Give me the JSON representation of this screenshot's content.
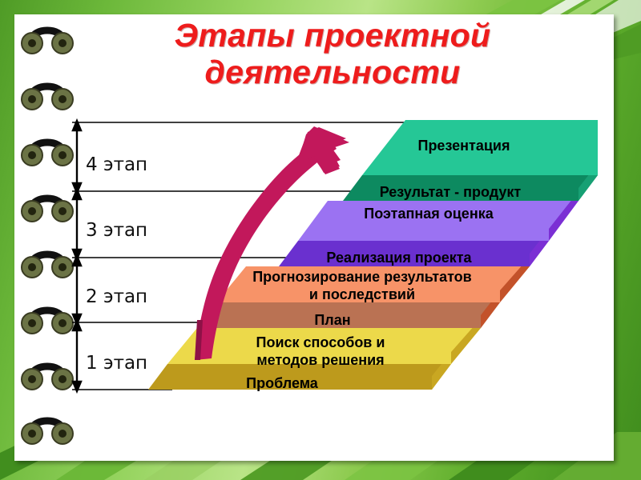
{
  "slide": {
    "title_line1": "Этапы проектной",
    "title_line2": "деятельности",
    "title_color": "#ee1c1c",
    "background_color": "#6cb83a",
    "paper_color": "#ffffff"
  },
  "axis": {
    "name": "stage-axis",
    "stages": [
      {
        "label": "4 этап",
        "order": 4
      },
      {
        "label": "3 этап",
        "order": 3
      },
      {
        "label": "2 этап",
        "order": 2
      },
      {
        "label": "1 этап",
        "order": 1
      }
    ]
  },
  "arrow": {
    "name": "progress-arrow",
    "color": "#c2185b",
    "direction": "upward-curved"
  },
  "staircase": {
    "name": "project-stages-staircase",
    "steps": [
      {
        "riser_label": "Проблема",
        "tread_label_line1": "Поиск способов и",
        "tread_label_line2": "методов решения",
        "top_color": "#ecd94a",
        "front_color": "#b9931a",
        "side_color": "#c9a722",
        "stage": 1
      },
      {
        "riser_label": "План",
        "tread_label_line1": "Прогнозирование результатов",
        "tread_label_line2": "и последствий",
        "top_color": "#f79368",
        "front_color": "#b56b50",
        "side_color": "#c3522a",
        "stage": 2
      },
      {
        "riser_label": "Реализация проекта",
        "tread_label_line1": "Поэтапная оценка",
        "tread_label_line2": "",
        "top_color": "#9b72f2",
        "front_color": "#6a30cf",
        "side_color": "#7b2fd4",
        "stage": 3
      },
      {
        "riser_label": "Результат - продукт",
        "tread_label_line1": "Презентация",
        "tread_label_line2": "",
        "top_color": "#25c796",
        "front_color": "#0d8a60",
        "side_color": "#17a074",
        "stage": 4
      }
    ]
  }
}
